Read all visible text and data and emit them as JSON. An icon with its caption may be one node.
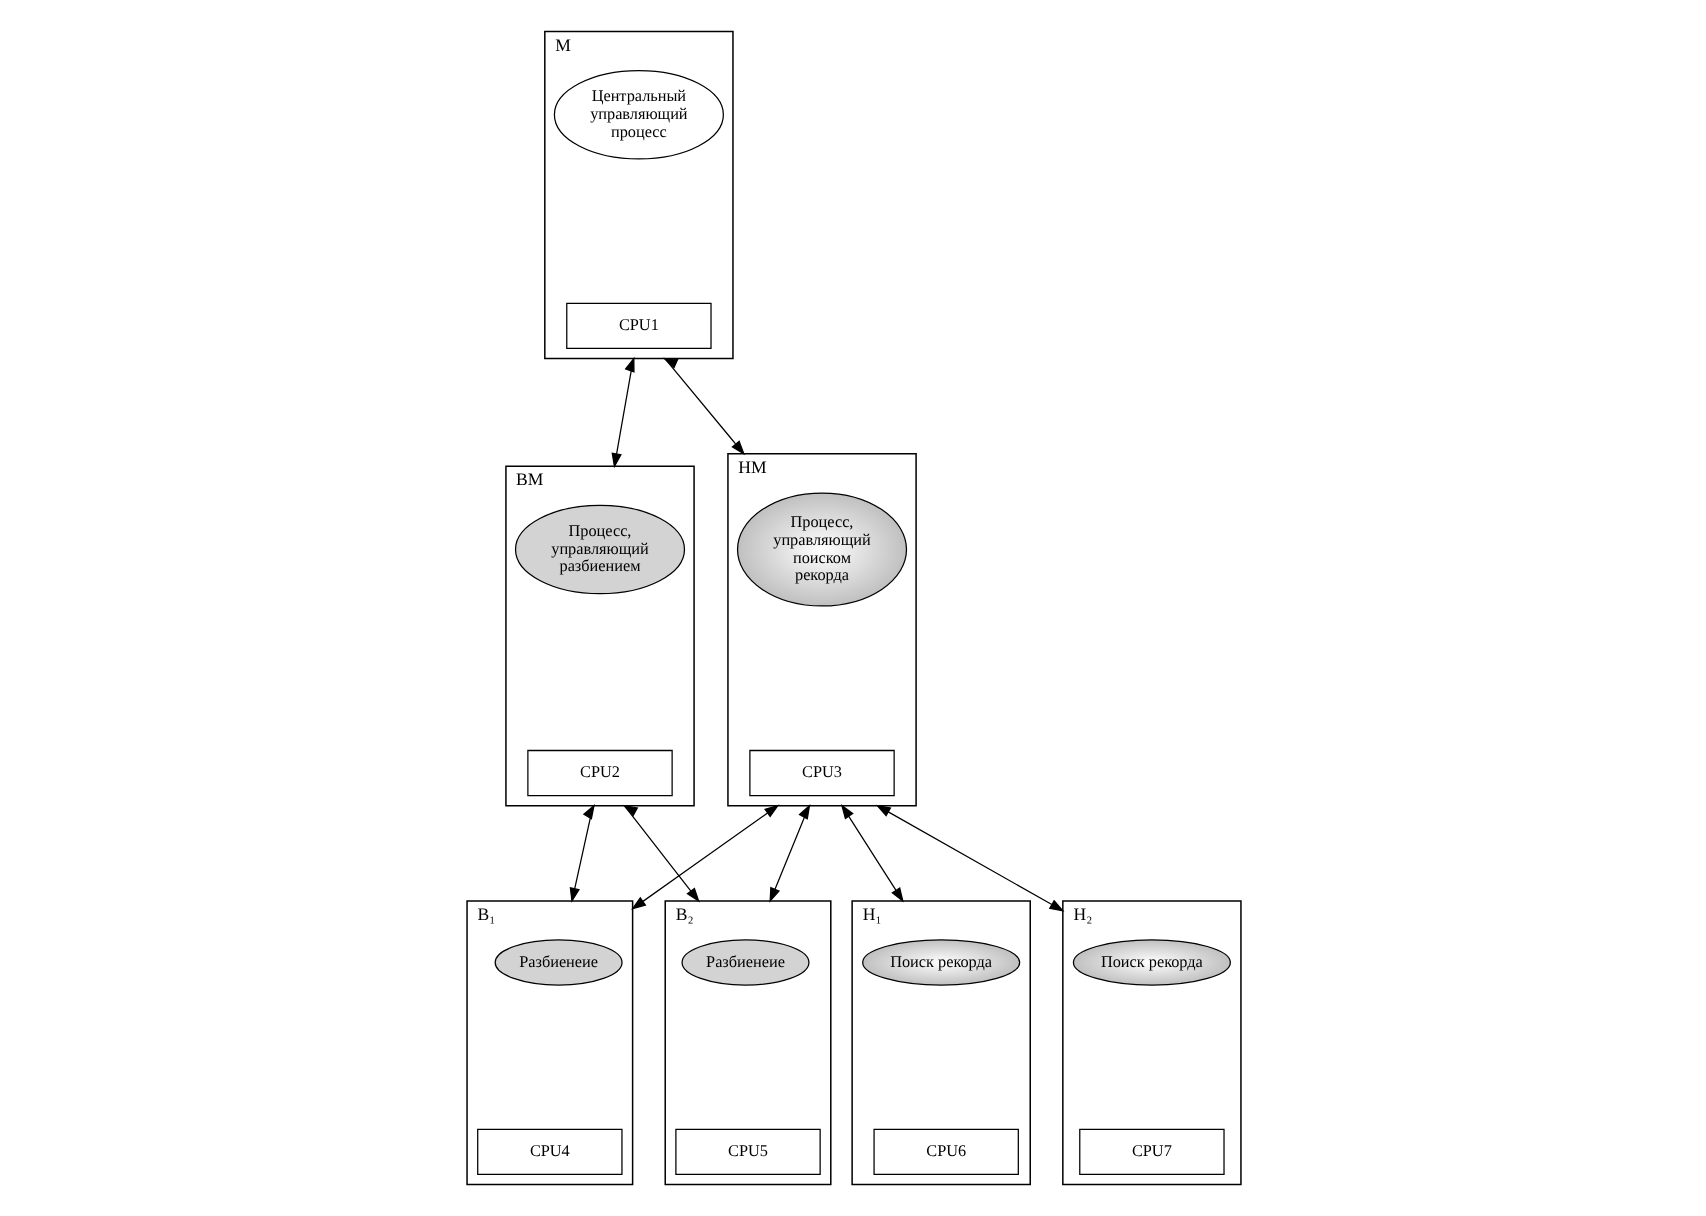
{
  "diagram": {
    "nodes": [
      {
        "text": [
          "М",
          "CPU1"
        ]
      },
      {
        "text": [
          "Центральный управляющий процесс"
        ],
        "in": 0
      },
      {
        "text": [
          "ВМ",
          "CPU2"
        ]
      },
      {
        "text": [
          "Процесс, управляющий разбиением"
        ],
        "in": 2
      },
      {
        "text": [
          "НМ",
          "CPU3"
        ]
      },
      {
        "text": [
          "Процесс, управляющий поиском рекорда"
        ],
        "in": 4
      },
      {
        "text": [
          "В₁",
          "CPU4"
        ]
      },
      {
        "text": [
          "Разбиенеие"
        ],
        "in": 6
      },
      {
        "text": [
          "В₂",
          "CPU5"
        ]
      },
      {
        "text": [
          "Разбиенеие"
        ],
        "in": 8
      },
      {
        "text": [
          "Н₁",
          "CPU6"
        ]
      },
      {
        "text": [
          "Поиск рекорда"
        ],
        "in": 10
      },
      {
        "text": [
          "Н₂",
          "CPU7"
        ]
      },
      {
        "text": [
          "Поиск рекорда"
        ],
        "in": 12
      }
    ],
    "edges": [
      {
        "from": 0,
        "to": 2,
        "arrow": "both"
      },
      {
        "from": 0,
        "to": 4,
        "arrow": "both"
      },
      {
        "from": 2,
        "to": 6,
        "arrow": "both"
      },
      {
        "from": 2,
        "to": 8,
        "arrow": "both"
      },
      {
        "from": 4,
        "to": 6,
        "arrow": "both"
      },
      {
        "from": 4,
        "to": 8,
        "arrow": "both"
      },
      {
        "from": 4,
        "to": 10,
        "arrow": "both"
      },
      {
        "from": 4,
        "to": 12,
        "arrow": "both"
      }
    ]
  }
}
